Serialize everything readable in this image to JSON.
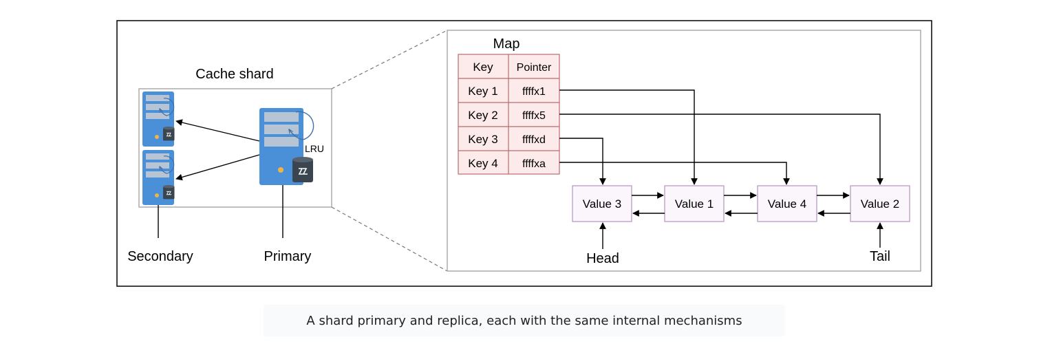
{
  "shard": {
    "title": "Cache shard",
    "secondary_label": "Secondary",
    "primary_label": "Primary",
    "lru_label": "LRU"
  },
  "map": {
    "title": "Map",
    "headers": [
      "Key",
      "Pointer"
    ],
    "rows": [
      {
        "key": "Key 1",
        "pointer": "ffffx1"
      },
      {
        "key": "Key 2",
        "pointer": "ffffx5"
      },
      {
        "key": "Key 3",
        "pointer": "ffffxd"
      },
      {
        "key": "Key 4",
        "pointer": "ffffxa"
      }
    ]
  },
  "list": {
    "nodes": [
      "Value 3",
      "Value 1",
      "Value 4",
      "Value 2"
    ],
    "head_label": "Head",
    "tail_label": "Tail"
  },
  "caption": "A shard primary and replica, each with the same internal mechanisms",
  "colors": {
    "server": "#4a90d9",
    "server_slot": "#b7c4d3",
    "table_fill": "#fdeaea",
    "table_border": "#b86c6c",
    "node_fill": "#fbf6fc",
    "node_border": "#b79cc2"
  }
}
